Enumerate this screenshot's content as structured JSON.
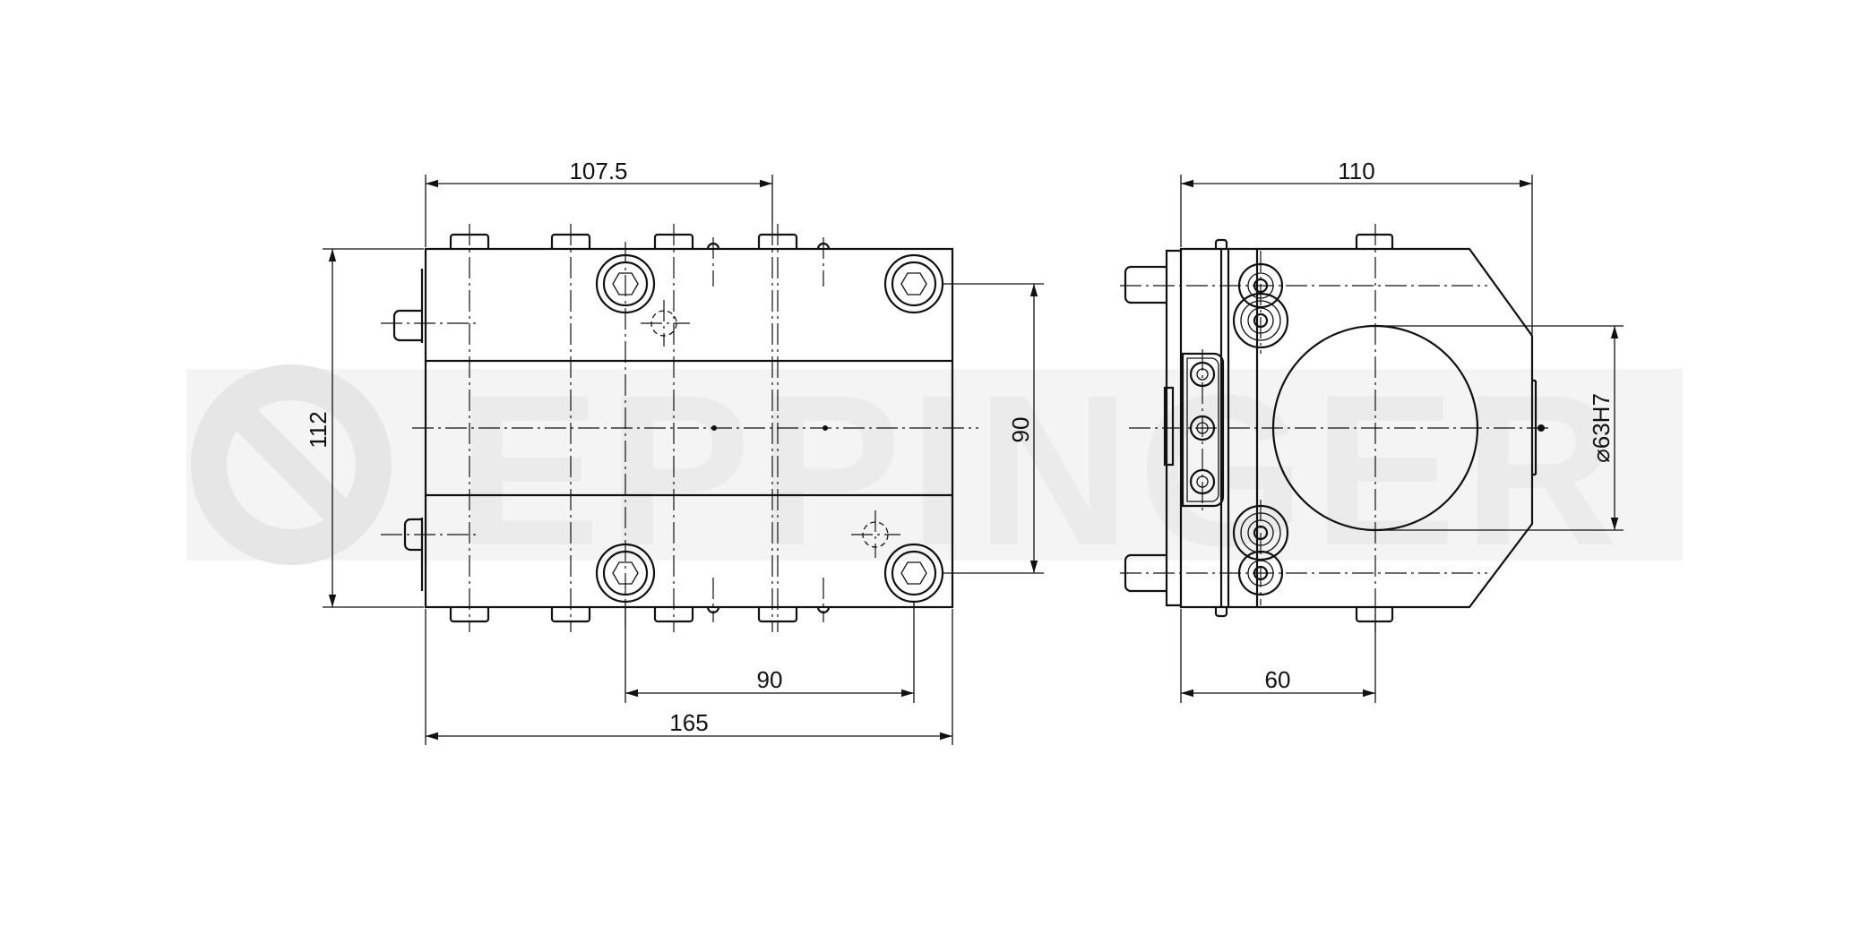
{
  "watermark": {
    "text": "EPPINGER",
    "color": "#ebebeb"
  },
  "front_view": {
    "dim_width_top": "107.5",
    "dim_height_left": "112",
    "dim_height_right": "90",
    "dim_bolt_spacing": "90",
    "dim_total_width": "165"
  },
  "side_view": {
    "dim_width_top": "110",
    "dim_bore_diameter": "⌀63H7",
    "dim_width_bottom": "60"
  },
  "colors": {
    "line": "#111111",
    "background": "#ffffff"
  }
}
